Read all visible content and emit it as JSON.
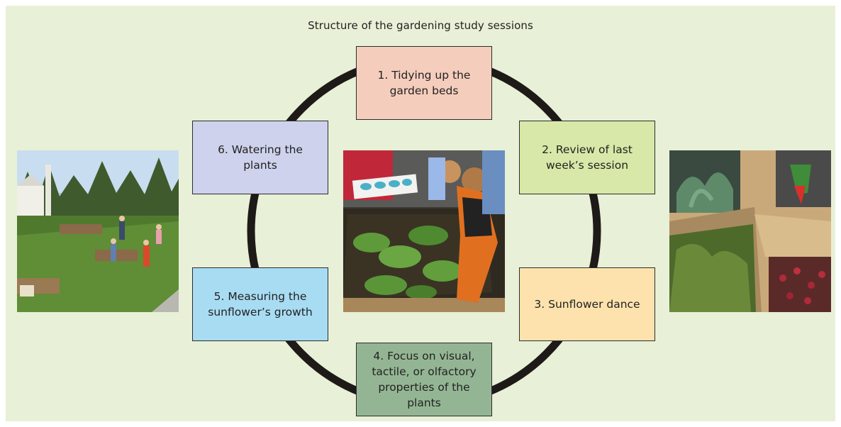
{
  "title": "Structure of the gardening study sessions",
  "steps": [
    {
      "id": "s1",
      "text": "1. Tidying up the garden beds",
      "color": "#f5cdbd"
    },
    {
      "id": "s2",
      "text": "2. Review of last week’s session",
      "color": "#d8e8a8"
    },
    {
      "id": "s3",
      "text": "3. Sunflower dance",
      "color": "#fde2ad"
    },
    {
      "id": "s4",
      "text": "4. Focus on visual, tactile, or olfactory properties of the plants",
      "color": "#94b594"
    },
    {
      "id": "s5",
      "text": "5. Measuring the sunflower’s growth",
      "color": "#a8dcf3"
    },
    {
      "id": "s6",
      "text": "6. Watering the plants",
      "color": "#cfd2ec"
    }
  ],
  "colors": {
    "panel_background": "#e8f0d7",
    "ring": "#1e1a18"
  },
  "images": [
    {
      "name": "garden-beds-photo"
    },
    {
      "name": "children-planting-photo"
    },
    {
      "name": "plant-sensory-boxes-photo"
    }
  ]
}
